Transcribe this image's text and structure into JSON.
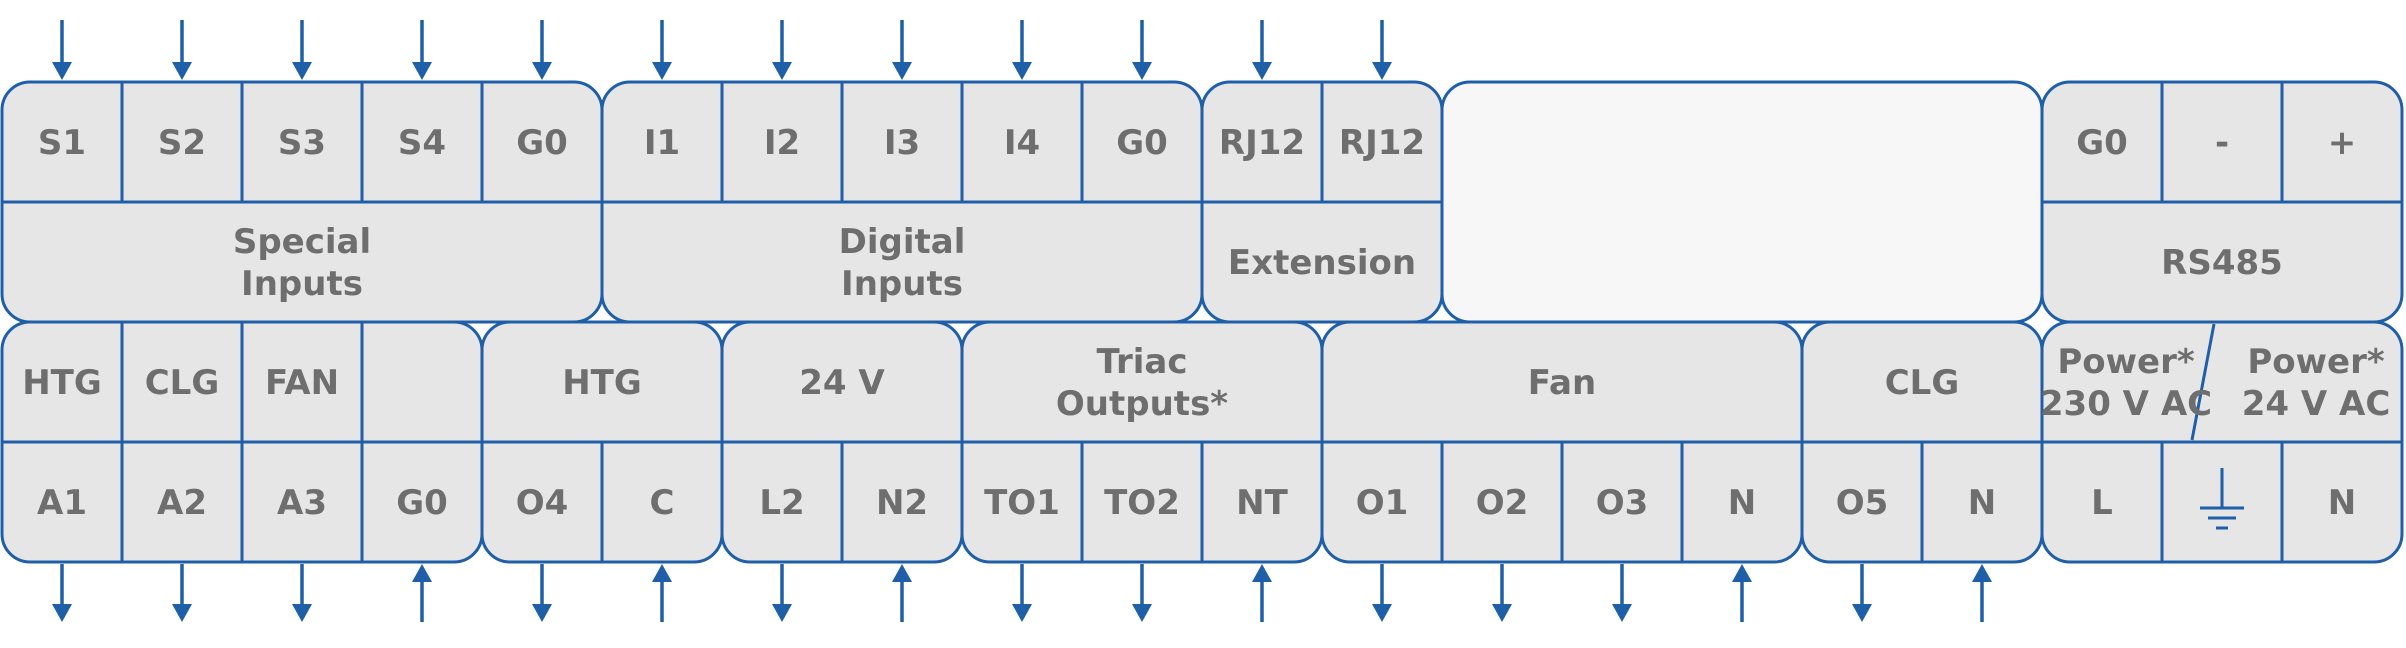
{
  "top_terminals": [
    {
      "id": "s1",
      "label": "S1",
      "arrow": "down"
    },
    {
      "id": "s2",
      "label": "S2",
      "arrow": "down"
    },
    {
      "id": "s3",
      "label": "S3",
      "arrow": "down"
    },
    {
      "id": "s4",
      "label": "S4",
      "arrow": "down"
    },
    {
      "id": "g0-special",
      "label": "G0",
      "arrow": "down"
    },
    {
      "id": "i1",
      "label": "I1",
      "arrow": "down"
    },
    {
      "id": "i2",
      "label": "I2",
      "arrow": "down"
    },
    {
      "id": "i3",
      "label": "I3",
      "arrow": "down"
    },
    {
      "id": "i4",
      "label": "I4",
      "arrow": "down"
    },
    {
      "id": "g0-digital",
      "label": "G0",
      "arrow": "down"
    },
    {
      "id": "rj12-1",
      "label": "RJ12",
      "arrow": "down"
    },
    {
      "id": "rj12-2",
      "label": "RJ12",
      "arrow": "down"
    },
    {
      "id": "g0-rs485",
      "label": "G0",
      "arrow": "none"
    },
    {
      "id": "minus",
      "label": "-",
      "arrow": "none"
    },
    {
      "id": "plus",
      "label": "+",
      "arrow": "none"
    }
  ],
  "top_groups": [
    {
      "id": "special-inputs",
      "lines": [
        "Special",
        "Inputs"
      ]
    },
    {
      "id": "digital-inputs",
      "lines": [
        "Digital",
        "Inputs"
      ]
    },
    {
      "id": "extension",
      "lines": [
        "Extension"
      ]
    },
    {
      "id": "rs485",
      "lines": [
        "RS485"
      ]
    }
  ],
  "bottom_groups": [
    {
      "id": "analog-htg",
      "lines": [
        "HTG"
      ]
    },
    {
      "id": "analog-clg",
      "lines": [
        "CLG"
      ]
    },
    {
      "id": "analog-fan",
      "lines": [
        "FAN"
      ]
    },
    {
      "id": "analog-blank",
      "lines": []
    },
    {
      "id": "htg",
      "lines": [
        "HTG"
      ]
    },
    {
      "id": "24v",
      "lines": [
        "24 V"
      ]
    },
    {
      "id": "triac-outputs",
      "lines": [
        "Triac",
        "Outputs*"
      ]
    },
    {
      "id": "fan",
      "lines": [
        "Fan"
      ]
    },
    {
      "id": "clg",
      "lines": [
        "CLG"
      ]
    },
    {
      "id": "power-230",
      "lines": [
        "Power*",
        "230 V AC"
      ]
    },
    {
      "id": "power-24",
      "lines": [
        "Power*",
        "24 V AC"
      ]
    }
  ],
  "bottom_terminals": [
    {
      "id": "a1",
      "label": "A1",
      "arrow": "down"
    },
    {
      "id": "a2",
      "label": "A2",
      "arrow": "down"
    },
    {
      "id": "a3",
      "label": "A3",
      "arrow": "down"
    },
    {
      "id": "g0-analog",
      "label": "G0",
      "arrow": "up"
    },
    {
      "id": "o4",
      "label": "O4",
      "arrow": "down"
    },
    {
      "id": "c",
      "label": "C",
      "arrow": "up"
    },
    {
      "id": "l2",
      "label": "L2",
      "arrow": "down"
    },
    {
      "id": "n2",
      "label": "N2",
      "arrow": "up"
    },
    {
      "id": "to1",
      "label": "TO1",
      "arrow": "down"
    },
    {
      "id": "to2",
      "label": "TO2",
      "arrow": "down"
    },
    {
      "id": "nt",
      "label": "NT",
      "arrow": "up"
    },
    {
      "id": "o1",
      "label": "O1",
      "arrow": "down"
    },
    {
      "id": "o2",
      "label": "O2",
      "arrow": "down"
    },
    {
      "id": "o3",
      "label": "O3",
      "arrow": "down"
    },
    {
      "id": "n-fan",
      "label": "N",
      "arrow": "up"
    },
    {
      "id": "o5",
      "label": "O5",
      "arrow": "down"
    },
    {
      "id": "n-clg",
      "label": "N",
      "arrow": "up"
    },
    {
      "id": "l",
      "label": "L",
      "arrow": "none"
    },
    {
      "id": "earth",
      "label": "",
      "icon": "earth-ground-icon",
      "arrow": "none"
    },
    {
      "id": "n-power",
      "label": "N",
      "arrow": "none"
    }
  ],
  "colors": {
    "stroke": "#1f5fa8",
    "fill": "#e6e6e6",
    "empty_fill": "#f7f7f7",
    "text": "#6e6e6e"
  }
}
